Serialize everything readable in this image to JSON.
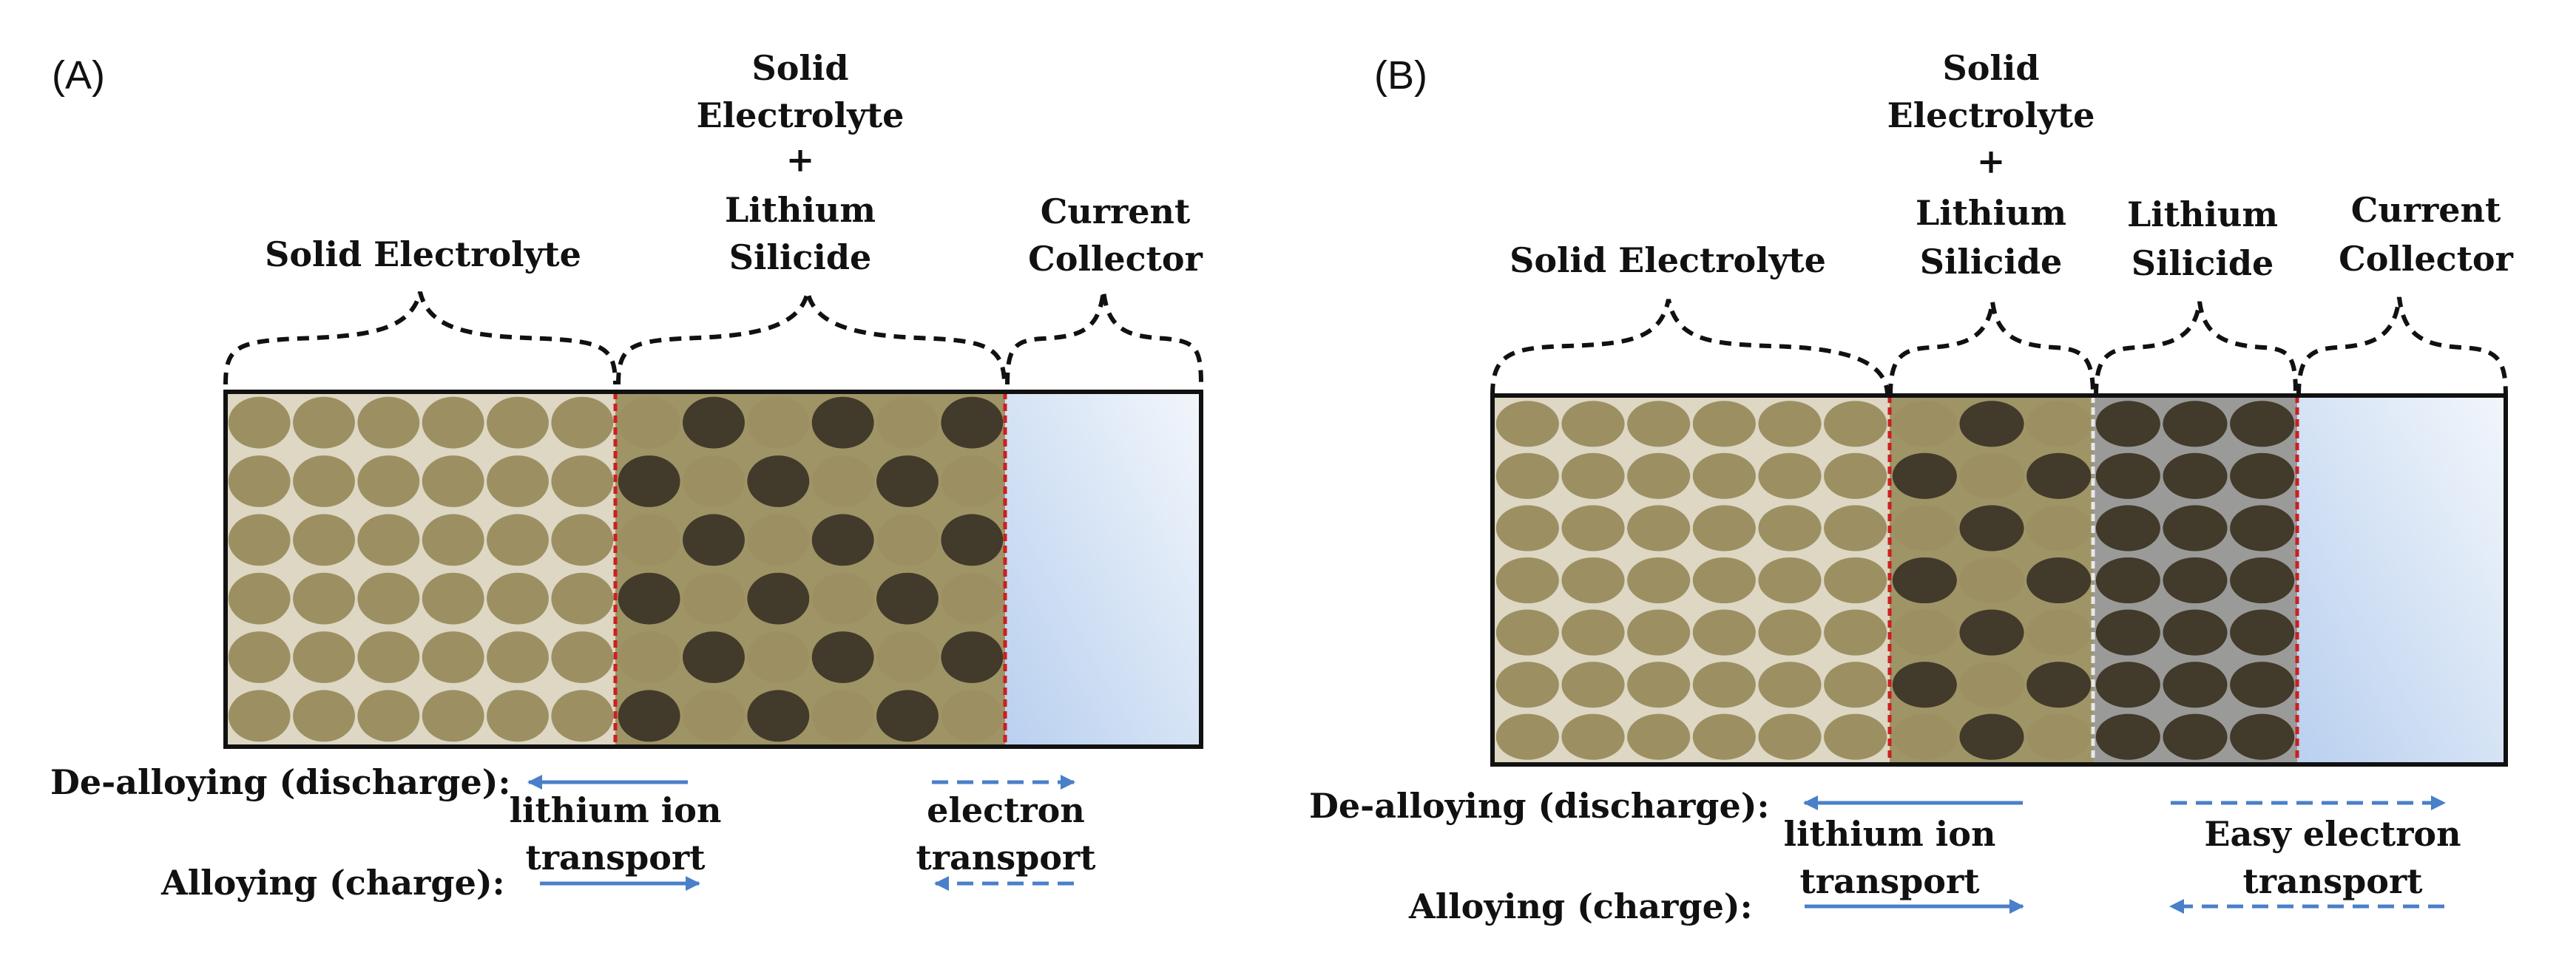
{
  "colors": {
    "electrolyte_bg": "#ddd7c4",
    "mixed_bg": "#9f9466",
    "silicide_bg": "#9a9a98",
    "light_particle": "#9c9063",
    "dark_particle": "#423a2a",
    "collector_light": "#f2f6fb",
    "collector_dark": "#b9d0ef",
    "arrow": "#4a7fc9",
    "boundary": "#cc1f1f"
  },
  "panel_a": {
    "label": "(A)",
    "regions": {
      "electrolyte": [
        "Solid Electrolyte"
      ],
      "mixed": [
        "Solid",
        "Electrolyte",
        "+",
        "Lithium",
        "Silicide"
      ],
      "collector": [
        "Current",
        "Collector"
      ]
    },
    "discharge_label": "De-alloying  (discharge):",
    "charge_label": "Alloying (charge):",
    "ion_transport": [
      "lithium ion",
      "transport"
    ],
    "electron_transport": [
      "electron",
      "transport"
    ]
  },
  "panel_b": {
    "label": "(B)",
    "regions": {
      "electrolyte": [
        "Solid Electrolyte"
      ],
      "mixed": [
        "Solid",
        "Electrolyte",
        "+",
        "Lithium",
        "Silicide"
      ],
      "silicide": [
        "Lithium",
        "Silicide"
      ],
      "collector": [
        "Current",
        "Collector"
      ]
    },
    "discharge_label": "De-alloying  (discharge):",
    "charge_label": "Alloying (charge):",
    "ion_transport": [
      "lithium ion",
      "transport"
    ],
    "electron_transport": [
      "Easy electron",
      "transport"
    ]
  }
}
